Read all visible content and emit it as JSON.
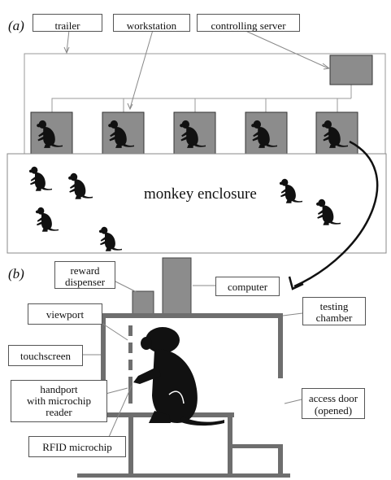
{
  "panel_a": {
    "letter": "(a)",
    "labels": {
      "trailer": "trailer",
      "workstation": "workstation",
      "controlling_server": "controlling server",
      "enclosure": "monkey enclosure"
    }
  },
  "panel_b": {
    "letter": "(b)",
    "labels": {
      "reward_dispenser_1": "reward",
      "reward_dispenser_2": "dispenser",
      "computer": "computer",
      "testing_chamber_1": "testing",
      "testing_chamber_2": "chamber",
      "viewport": "viewport",
      "touchscreen": "touchscreen",
      "handport_1": "handport",
      "handport_2": "with microchip",
      "handport_3": "reader",
      "access_door_1": "access door",
      "access_door_2": "(opened)",
      "rfid": "RFID microchip"
    }
  },
  "colors": {
    "workstation_fill": "#8c8c8c",
    "chamber_frame": "#6e6e6e",
    "monkey": "#111111",
    "line": "#888888"
  }
}
